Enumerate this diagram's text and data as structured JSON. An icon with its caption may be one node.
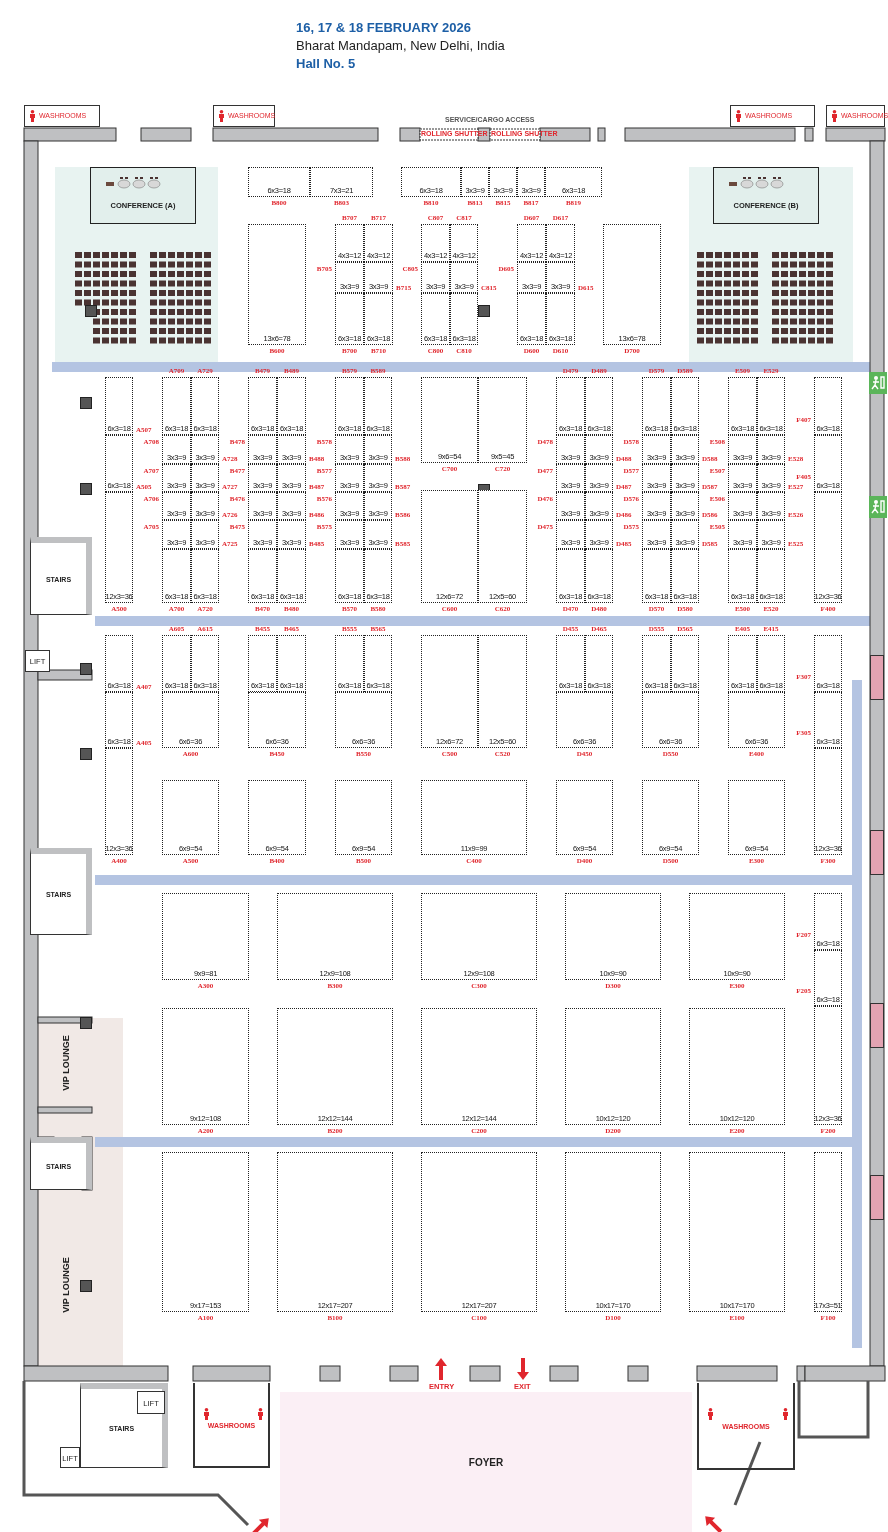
{
  "diagram": {
    "nodes": [
      {
        "text": [
          "WASHROOMS"
        ]
      },
      {
        "text": [
          "WASHROOMS"
        ]
      },
      {
        "text": [
          "WASHROOMS"
        ]
      },
      {
        "text": [
          "WASHROOMS"
        ]
      },
      {
        "text": [
          "CONFERENCE (A)"
        ]
      },
      {
        "text": [
          "CONFERENCE (B)"
        ]
      },
      {
        "text": [
          "6x3=18"
        ],
        "beside": [
          "B800"
        ]
      },
      {
        "text": [
          "7x3=21"
        ],
        "beside": [
          "B803"
        ]
      },
      {
        "text": [
          "6x3=18"
        ],
        "beside": [
          "B810"
        ]
      },
      {
        "text": [
          "3x3=9"
        ],
        "beside": [
          "B813"
        ]
      },
      {
        "text": [
          "3x3=9"
        ],
        "beside": [
          "B815"
        ]
      },
      {
        "text": [
          "3x3=9"
        ],
        "beside": [
          "B817"
        ]
      },
      {
        "text": [
          "6x3=18"
        ],
        "beside": [
          "B819"
        ]
      },
      {
        "text": [
          "13x6=78"
        ],
        "beside": [
          "B600"
        ]
      },
      {
        "text": [
          "4x3=12"
        ],
        "beside": [
          "B707"
        ]
      },
      {
        "text": [
          "4x3=12"
        ],
        "beside": [
          "B717"
        ]
      },
      {
        "text": [
          "3x3=9"
        ],
        "beside": [
          "B705"
        ]
      },
      {
        "text": [
          "3x3=9"
        ],
        "beside": [
          "B715"
        ]
      },
      {
        "text": [
          "6x3=18"
        ],
        "beside": [
          "B700"
        ]
      },
      {
        "text": [
          "6x3=18"
        ],
        "beside": [
          "B710"
        ]
      },
      {
        "text": [
          "4x3=12"
        ],
        "beside": [
          "C807"
        ]
      },
      {
        "text": [
          "4x3=12"
        ],
        "beside": [
          "C817"
        ]
      },
      {
        "text": [
          "3x3=9"
        ],
        "beside": [
          "C805"
        ]
      },
      {
        "text": [
          "3x3=9"
        ],
        "beside": [
          "C815"
        ]
      },
      {
        "text": [
          "6x3=18"
        ],
        "beside": [
          "C800"
        ]
      },
      {
        "text": [
          "6x3=18"
        ],
        "beside": [
          "C810"
        ]
      },
      {
        "text": [
          "4x3=12"
        ],
        "beside": [
          "D607"
        ]
      },
      {
        "text": [
          "4x3=12"
        ],
        "beside": [
          "D617"
        ]
      },
      {
        "text": [
          "3x3=9"
        ],
        "beside": [
          "D605"
        ]
      },
      {
        "text": [
          "3x3=9"
        ],
        "beside": [
          "D615"
        ]
      },
      {
        "text": [
          "6x3=18"
        ],
        "beside": [
          "D600"
        ]
      },
      {
        "text": [
          "6x3=18"
        ],
        "beside": [
          "D610"
        ]
      },
      {
        "text": [
          "13x6=78"
        ],
        "beside": [
          "D700"
        ]
      },
      {
        "text": [
          "6x3=18"
        ],
        "beside": [
          "A507"
        ]
      },
      {
        "text": [
          "6x3=18"
        ],
        "beside": [
          "A505"
        ]
      },
      {
        "text": [
          "12x3=36"
        ],
        "beside": [
          "A500"
        ]
      },
      {
        "text": [
          "6x3=18"
        ],
        "beside": [
          "A709"
        ]
      },
      {
        "text": [
          "6x3=18"
        ],
        "beside": [
          "A729"
        ]
      },
      {
        "text": [
          "3x3=9"
        ],
        "beside": [
          "A708"
        ]
      },
      {
        "text": [
          "3x3=9"
        ],
        "beside": [
          "A728"
        ]
      },
      {
        "text": [
          "3x3=9"
        ],
        "beside": [
          "A707"
        ]
      },
      {
        "text": [
          "3x3=9"
        ],
        "beside": [
          "A727"
        ]
      },
      {
        "text": [
          "3x3=9"
        ],
        "beside": [
          "A706"
        ]
      },
      {
        "text": [
          "3x3=9"
        ],
        "beside": [
          "A726"
        ]
      },
      {
        "text": [
          "3x3=9"
        ],
        "beside": [
          "A705"
        ]
      },
      {
        "text": [
          "3x3=9"
        ],
        "beside": [
          "A725"
        ]
      },
      {
        "text": [
          "6x3=18"
        ],
        "beside": [
          "A700"
        ]
      },
      {
        "text": [
          "6x3=18"
        ],
        "beside": [
          "A720"
        ]
      },
      {
        "text": [
          "6x3=18"
        ],
        "beside": [
          "B479"
        ]
      },
      {
        "text": [
          "6x3=18"
        ],
        "beside": [
          "B489"
        ]
      },
      {
        "text": [
          "3x3=9"
        ],
        "beside": [
          "B478"
        ]
      },
      {
        "text": [
          "3x3=9"
        ],
        "beside": [
          "B488"
        ]
      },
      {
        "text": [
          "3x3=9"
        ],
        "beside": [
          "B477"
        ]
      },
      {
        "text": [
          "3x3=9"
        ],
        "beside": [
          "B487"
        ]
      },
      {
        "text": [
          "3x3=9"
        ],
        "beside": [
          "B476"
        ]
      },
      {
        "text": [
          "3x3=9"
        ],
        "beside": [
          "B486"
        ]
      },
      {
        "text": [
          "3x3=9"
        ],
        "beside": [
          "B475"
        ]
      },
      {
        "text": [
          "3x3=9"
        ],
        "beside": [
          "B485"
        ]
      },
      {
        "text": [
          "6x3=18"
        ],
        "beside": [
          "B470"
        ]
      },
      {
        "text": [
          "6x3=18"
        ],
        "beside": [
          "B480"
        ]
      },
      {
        "text": [
          "6x3=18"
        ],
        "beside": [
          "B579"
        ]
      },
      {
        "text": [
          "6x3=18"
        ],
        "beside": [
          "B589"
        ]
      },
      {
        "text": [
          "3x3=9"
        ],
        "beside": [
          "B578"
        ]
      },
      {
        "text": [
          "3x3=9"
        ],
        "beside": [
          "B588"
        ]
      },
      {
        "text": [
          "3x3=9"
        ],
        "beside": [
          "B577"
        ]
      },
      {
        "text": [
          "3x3=9"
        ],
        "beside": [
          "B587"
        ]
      },
      {
        "text": [
          "3x3=9"
        ],
        "beside": [
          "B576"
        ]
      },
      {
        "text": [
          "3x3=9"
        ],
        "beside": [
          "B586"
        ]
      },
      {
        "text": [
          "3x3=9"
        ],
        "beside": [
          "B575"
        ]
      },
      {
        "text": [
          "3x3=9"
        ],
        "beside": [
          "B585"
        ]
      },
      {
        "text": [
          "6x3=18"
        ],
        "beside": [
          "B570"
        ]
      },
      {
        "text": [
          "6x3=18"
        ],
        "beside": [
          "B580"
        ]
      },
      {
        "text": [
          "9x6=54"
        ],
        "beside": [
          "C700"
        ]
      },
      {
        "text": [
          "9x5=45"
        ],
        "beside": [
          "C720"
        ]
      },
      {
        "text": [
          "12x6=72"
        ],
        "beside": [
          "C600"
        ]
      },
      {
        "text": [
          "12x5=60"
        ],
        "beside": [
          "C620"
        ]
      },
      {
        "text": [
          "6x3=18"
        ],
        "beside": [
          "D479"
        ]
      },
      {
        "text": [
          "6x3=18"
        ],
        "beside": [
          "D489"
        ]
      },
      {
        "text": [
          "3x3=9"
        ],
        "beside": [
          "D478"
        ]
      },
      {
        "text": [
          "3x3=9"
        ],
        "beside": [
          "D488"
        ]
      },
      {
        "text": [
          "3x3=9"
        ],
        "beside": [
          "D477"
        ]
      },
      {
        "text": [
          "3x3=9"
        ],
        "beside": [
          "D487"
        ]
      },
      {
        "text": [
          "3x3=9"
        ],
        "beside": [
          "D476"
        ]
      },
      {
        "text": [
          "3x3=9"
        ],
        "beside": [
          "D486"
        ]
      },
      {
        "text": [
          "3x3=9"
        ],
        "beside": [
          "D475"
        ]
      },
      {
        "text": [
          "3x3=9"
        ],
        "beside": [
          "D485"
        ]
      },
      {
        "text": [
          "6x3=18"
        ],
        "beside": [
          "D470"
        ]
      },
      {
        "text": [
          "6x3=18"
        ],
        "beside": [
          "D480"
        ]
      },
      {
        "text": [
          "6x3=18"
        ],
        "beside": [
          "D579"
        ]
      },
      {
        "text": [
          "6x3=18"
        ],
        "beside": [
          "D589"
        ]
      },
      {
        "text": [
          "3x3=9"
        ],
        "beside": [
          "D578"
        ]
      },
      {
        "text": [
          "3x3=9"
        ],
        "beside": [
          "D588"
        ]
      },
      {
        "text": [
          "3x3=9"
        ],
        "beside": [
          "D577"
        ]
      },
      {
        "text": [
          "3x3=9"
        ],
        "beside": [
          "D587"
        ]
      },
      {
        "text": [
          "3x3=9"
        ],
        "beside": [
          "D576"
        ]
      },
      {
        "text": [
          "3x3=9"
        ],
        "beside": [
          "D586"
        ]
      },
      {
        "text": [
          "3x3=9"
        ],
        "beside": [
          "D575"
        ]
      },
      {
        "text": [
          "3x3=9"
        ],
        "beside": [
          "D585"
        ]
      },
      {
        "text": [
          "6x3=18"
        ],
        "beside": [
          "D570"
        ]
      },
      {
        "text": [
          "6x3=18"
        ],
        "beside": [
          "D580"
        ]
      },
      {
        "text": [
          "6x3=18"
        ],
        "beside": [
          "E509"
        ]
      },
      {
        "text": [
          "6x3=18"
        ],
        "beside": [
          "E529"
        ]
      },
      {
        "text": [
          "3x3=9"
        ],
        "beside": [
          "E508"
        ]
      },
      {
        "text": [
          "3x3=9"
        ],
        "beside": [
          "E528"
        ]
      },
      {
        "text": [
          "3x3=9"
        ],
        "beside": [
          "E507"
        ]
      },
      {
        "text": [
          "3x3=9"
        ],
        "beside": [
          "E527"
        ]
      },
      {
        "text": [
          "3x3=9"
        ],
        "beside": [
          "E506"
        ]
      },
      {
        "text": [
          "3x3=9"
        ],
        "beside": [
          "E526"
        ]
      },
      {
        "text": [
          "3x3=9"
        ],
        "beside": [
          "E505"
        ]
      },
      {
        "text": [
          "3x3=9"
        ],
        "beside": [
          "E525"
        ]
      },
      {
        "text": [
          "6x3=18"
        ],
        "beside": [
          "E500"
        ]
      },
      {
        "text": [
          "6x3=18"
        ],
        "beside": [
          "E520"
        ]
      },
      {
        "text": [
          "6x3=18"
        ],
        "beside": [
          "F407"
        ]
      },
      {
        "text": [
          "6x3=18"
        ],
        "beside": [
          "F405"
        ]
      },
      {
        "text": [
          "12x3=36"
        ],
        "beside": [
          "F400"
        ]
      },
      {
        "text": [
          "6x3=18"
        ],
        "beside": [
          "A407"
        ]
      },
      {
        "text": [
          "6x3=18"
        ],
        "beside": [
          "A405"
        ]
      },
      {
        "text": [
          "12x3=36"
        ],
        "beside": [
          "A400"
        ]
      },
      {
        "text": [
          "6x3=18"
        ],
        "beside": [
          "A605"
        ]
      },
      {
        "text": [
          "6x3=18"
        ],
        "beside": [
          "A615"
        ]
      },
      {
        "text": [
          "6x6=36"
        ],
        "beside": [
          "A600"
        ]
      },
      {
        "text": [
          "6x3=18"
        ],
        "beside": [
          "B455"
        ]
      },
      {
        "text": [
          "6x3=18"
        ],
        "beside": [
          "B465"
        ]
      },
      {
        "text": [
          "6x6=36"
        ],
        "beside": [
          "B450"
        ]
      },
      {
        "text": [
          "6x3=18"
        ],
        "beside": [
          "B555"
        ]
      },
      {
        "text": [
          "6x3=18"
        ],
        "beside": [
          "B565"
        ]
      },
      {
        "text": [
          "6x6=36"
        ],
        "beside": [
          "B550"
        ]
      },
      {
        "text": [
          "12x6=72"
        ],
        "beside": [
          "C500"
        ]
      },
      {
        "text": [
          "12x5=60"
        ],
        "beside": [
          "C520"
        ]
      },
      {
        "text": [
          "6x3=18"
        ],
        "beside": [
          "D455"
        ]
      },
      {
        "text": [
          "6x3=18"
        ],
        "beside": [
          "D465"
        ]
      },
      {
        "text": [
          "6x6=36"
        ],
        "beside": [
          "D450"
        ]
      },
      {
        "text": [
          "6x3=18"
        ],
        "beside": [
          "D555"
        ]
      },
      {
        "text": [
          "6x3=18"
        ],
        "beside": [
          "D565"
        ]
      },
      {
        "text": [
          "6x6=36"
        ],
        "beside": [
          "D550"
        ]
      },
      {
        "text": [
          "6x3=18"
        ],
        "beside": [
          "E405"
        ]
      },
      {
        "text": [
          "6x3=18"
        ],
        "beside": [
          "E415"
        ]
      },
      {
        "text": [
          "6x6=36"
        ],
        "beside": [
          "E400"
        ]
      },
      {
        "text": [
          "6x3=18"
        ],
        "beside": [
          "F307"
        ]
      },
      {
        "text": [
          "6x3=18"
        ],
        "beside": [
          "F305"
        ]
      },
      {
        "text": [
          "12x3=36"
        ],
        "beside": [
          "F300"
        ]
      },
      {
        "text": [
          "6x9=54"
        ],
        "beside": [
          "A500"
        ]
      },
      {
        "text": [
          "6x9=54"
        ],
        "beside": [
          "B400"
        ]
      },
      {
        "text": [
          "6x9=54"
        ],
        "beside": [
          "B500"
        ]
      },
      {
        "text": [
          "11x9=99"
        ],
        "beside": [
          "C400"
        ]
      },
      {
        "text": [
          "6x9=54"
        ],
        "beside": [
          "D400"
        ]
      },
      {
        "text": [
          "6x9=54"
        ],
        "beside": [
          "D500"
        ]
      },
      {
        "text": [
          "6x9=54"
        ],
        "beside": [
          "E300"
        ]
      },
      {
        "text": [
          "9x9=81"
        ],
        "beside": [
          "A300"
        ]
      },
      {
        "text": [
          "12x9=108"
        ],
        "beside": [
          "B300"
        ]
      },
      {
        "text": [
          "12x9=108"
        ],
        "beside": [
          "C300"
        ]
      },
      {
        "text": [
          "10x9=90"
        ],
        "beside": [
          "D300"
        ]
      },
      {
        "text": [
          "10x9=90"
        ],
        "beside": [
          "E300"
        ]
      },
      {
        "text": [
          "6x3=18"
        ],
        "beside": [
          "F207"
        ]
      },
      {
        "text": [
          "6x3=18"
        ],
        "beside": [
          "F205"
        ]
      },
      {
        "text": [
          "12x3=36"
        ],
        "beside": [
          "F200"
        ]
      },
      {
        "text": [
          "9x12=108"
        ],
        "beside": [
          "A200"
        ]
      },
      {
        "text": [
          "12x12=144"
        ],
        "beside": [
          "B200"
        ]
      },
      {
        "text": [
          "12x12=144"
        ],
        "beside": [
          "C200"
        ]
      },
      {
        "text": [
          "10x12=120"
        ],
        "beside": [
          "D200"
        ]
      },
      {
        "text": [
          "10x12=120"
        ],
        "beside": [
          "E200"
        ]
      },
      {
        "text": [
          "9x17=153"
        ],
        "beside": [
          "A100"
        ]
      },
      {
        "text": [
          "12x17=207"
        ],
        "beside": [
          "B100"
        ]
      },
      {
        "text": [
          "12x17=207"
        ],
        "beside": [
          "C100"
        ]
      },
      {
        "text": [
          "10x17=170"
        ],
        "beside": [
          "D100"
        ]
      },
      {
        "text": [
          "10x17=170"
        ],
        "beside": [
          "E100"
        ]
      },
      {
        "text": [
          "17x3=51"
        ],
        "beside": [
          "F100"
        ]
      },
      {
        "text": [
          "STAIRS"
        ]
      },
      {
        "text": [
          "LIFT"
        ]
      },
      {
        "text": [
          "STAIRS"
        ]
      },
      {
        "text": [
          "VIP LOUNGE"
        ]
      },
      {
        "text": [
          "STAIRS"
        ]
      },
      {
        "text": [
          "VIP LOUNGE"
        ]
      },
      {
        "text": [
          "STAIRS"
        ]
      },
      {
        "text": [
          "LIFT"
        ],
        "in": 173
      },
      {
        "text": [
          "WASHROOMS"
        ]
      },
      {
        "text": [
          "WASHROOMS"
        ]
      },
      {
        "text": [
          "LIFT"
        ]
      },
      {
        "text": [
          "FOYER"
        ]
      }
    ],
    "labels": [
      "16, 17 & 18 FEBRUARY 2026",
      "Bharat Mandapam, New Delhi, India",
      "Hall No. 5",
      "SERVICE/CARGO ACCESS",
      "ROLLING SHUTTER",
      "ROLLING SHUTTER",
      "ENTRY",
      "EXIT"
    ]
  }
}
